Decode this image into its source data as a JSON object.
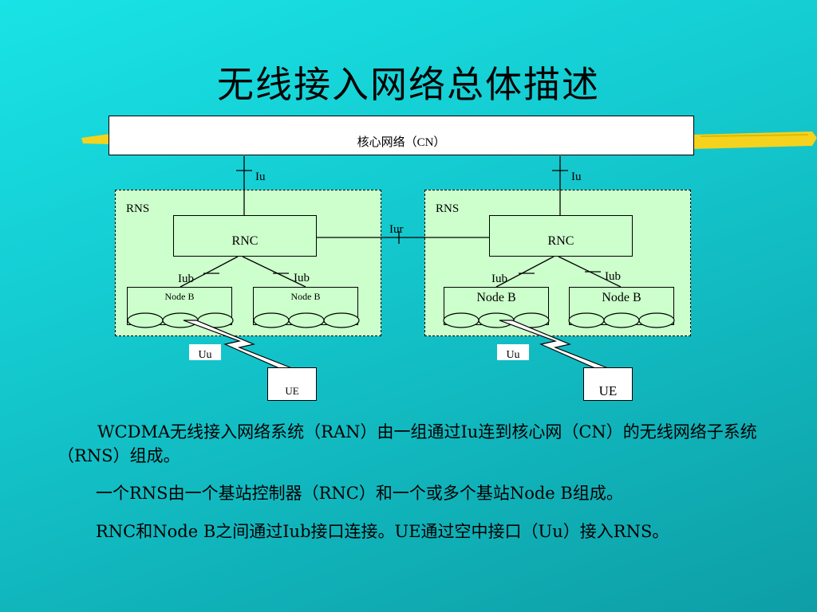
{
  "title": "无线接入网络总体描述",
  "diagram": {
    "cn_label": "核心网络（CN）",
    "iu_label": "Iu",
    "iur_label": "Iur",
    "rns_label": "RNS",
    "rnc_label": "RNC",
    "iub_label": "Iub",
    "nodeb_label": "Node B",
    "uu_label": "Uu",
    "ue_label": "UE"
  },
  "paragraphs": [
    "WCDMA无线接入网络系统（RAN）由一组通过Iu连到核心网（CN）的无线网络子系统（RNS）组成。",
    "一个RNS由一个基站控制器（RNC）和一个或多个基站Node B组成。",
    "RNC和Node B之间通过Iub接口连接。UE通过空中接口（Uu）接入RNS。"
  ],
  "colors": {
    "accent_stroke": "#f5d21e",
    "rns_fill": "#ccffcc"
  }
}
